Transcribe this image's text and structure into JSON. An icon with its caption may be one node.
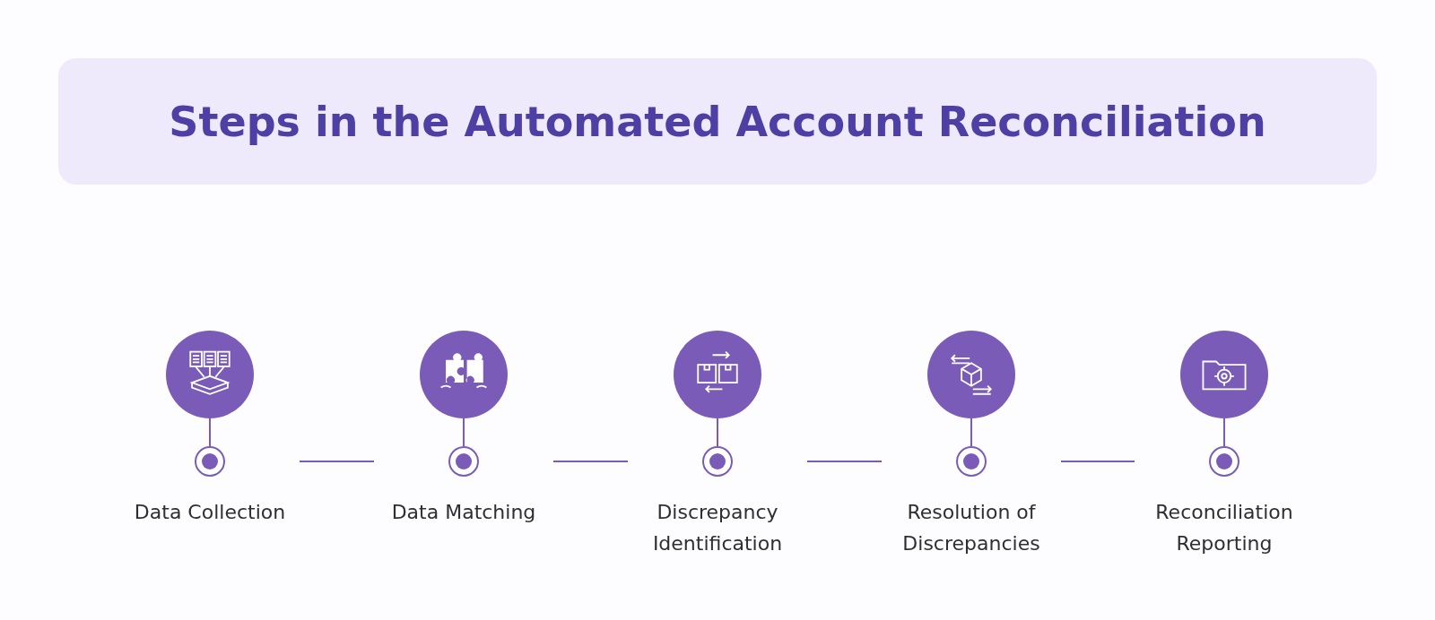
{
  "diagram": {
    "title": "Steps in the Automated Account Reconciliation",
    "nodes": [
      {
        "text": [],
        "shape": "circle"
      },
      {
        "text": [],
        "shape": "circle"
      },
      {
        "text": [],
        "shape": "circle"
      },
      {
        "text": [],
        "shape": "circle"
      },
      {
        "text": [],
        "shape": "circle"
      },
      {
        "text": [
          "Data Collection"
        ]
      },
      {
        "text": [
          "Data Matching"
        ]
      },
      {
        "text": [
          "Discrepancy Identification"
        ]
      },
      {
        "text": [
          "Resolution of Discrepancies"
        ]
      },
      {
        "text": [
          "Reconciliation Reporting"
        ]
      }
    ],
    "edges": [
      {
        "from": 0,
        "to": 5,
        "arrow": "none"
      },
      {
        "from": 1,
        "to": 6,
        "arrow": "none"
      },
      {
        "from": 2,
        "to": 7,
        "arrow": "none"
      },
      {
        "from": 3,
        "to": 8,
        "arrow": "none"
      },
      {
        "from": 4,
        "to": 9,
        "arrow": "none"
      },
      {
        "from": 5,
        "to": 6,
        "arrow": "none"
      },
      {
        "from": 6,
        "to": 7,
        "arrow": "none"
      },
      {
        "from": 7,
        "to": 8,
        "arrow": "none"
      },
      {
        "from": 8,
        "to": 9,
        "arrow": "none"
      }
    ]
  }
}
